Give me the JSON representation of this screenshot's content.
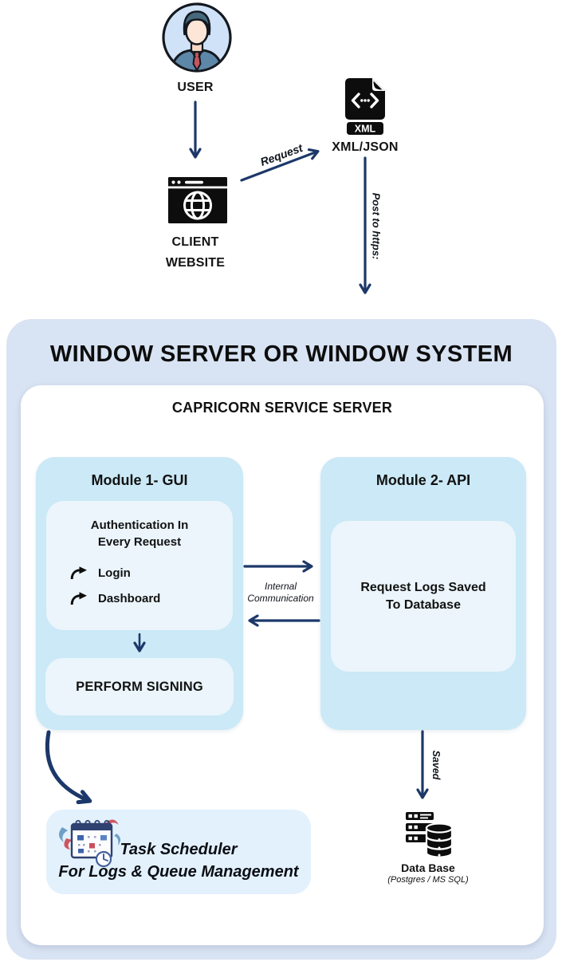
{
  "diagram": {
    "user": {
      "label": "USER"
    },
    "client_website": {
      "label": [
        "CLIENT",
        "WEBSITE"
      ]
    },
    "xml_json": {
      "badge": "XML",
      "label": "XML/JSON"
    },
    "edges": {
      "request": "Request",
      "post": "Post to https:",
      "internal": [
        "Internal",
        "Communication"
      ],
      "saved": "Saved"
    },
    "window_server": {
      "title": "WINDOW SERVER OR WINDOW SYSTEM",
      "capricorn": {
        "title": "CAPRICORN SERVICE SERVER",
        "module1": {
          "title": "Module 1- GUI",
          "auth_title": [
            "Authentication In",
            "Every Request"
          ],
          "items": [
            {
              "label": "Login"
            },
            {
              "label": "Dashboard"
            }
          ],
          "signing": "PERFORM SIGNING"
        },
        "module2": {
          "title": "Module 2- API",
          "body": [
            "Request Logs Saved",
            "To Database"
          ]
        }
      }
    },
    "task_scheduler": {
      "label": [
        "Task Scheduler",
        "For Logs & Queue Management"
      ]
    },
    "database": {
      "label": "Data Base",
      "sublabel": "(Postgres / MS SQL)"
    }
  },
  "icons": {
    "user": "user-avatar-icon",
    "client_website": "browser-globe-icon",
    "xml_json": "xml-file-icon",
    "auth_items": "redo-arrow-icon",
    "task_scheduler": "calendar-clock-icon",
    "database": "server-database-icon"
  },
  "colors": {
    "outer_box": "#d8e3f3",
    "inner_box": "#ffffff",
    "module_box": "#cbe9f6",
    "content_box": "#ebf5fb",
    "task_box": "#e3f1fd",
    "arrow": "#1c3869",
    "icon_black": "#0d0d0d",
    "text": "#121212"
  }
}
